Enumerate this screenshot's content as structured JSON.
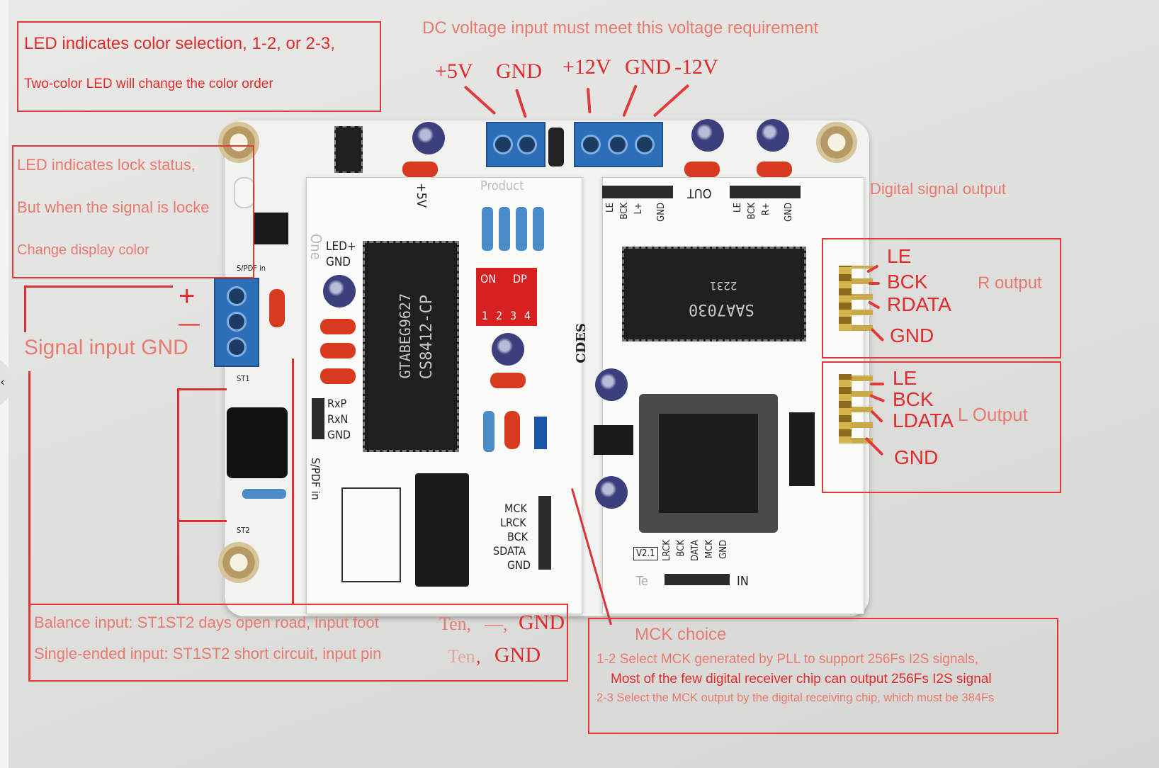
{
  "annotations": {
    "color_selection": [
      "LED indicates color selection, 1-2, or 2-3,",
      "Two-color LED will change the color order"
    ],
    "dc_requirement": "DC voltage input must meet this voltage requirement",
    "power_labels": [
      "+5V",
      "GND",
      "+12V",
      "GND",
      "-12V"
    ],
    "lock_status": [
      "LED indicates lock status,",
      "But when the signal is locke",
      "Change display color"
    ],
    "signal_input": {
      "plus": "+",
      "minus": "—",
      "label": "Signal input GND"
    },
    "digital_output": "Digital signal output",
    "r_output": {
      "pins": [
        "LE",
        "BCK",
        "RDATA",
        "GND"
      ],
      "label": "R output"
    },
    "l_output": {
      "pins": [
        "LE",
        "BCK",
        "LDATA",
        "GND"
      ],
      "label": "L Output"
    },
    "balance": [
      "Balance input: ST1ST2 days open road, input foot",
      "Single-ended input: ST1ST2 short circuit, input pin"
    ],
    "ten_gnd": {
      "line1_a": "Ten,",
      "line1_b": "—,",
      "line1_c": "GND",
      "line2_a": "Ten",
      "line2_b": ",",
      "line2_c": "GND"
    },
    "mck": {
      "title": "MCK choice",
      "line1": "1-2 Select MCK generated by PLL to support 256Fs I2S signals,",
      "line2": "Most of the few digital receiver chip can output 256Fs I2S signal",
      "line3": "2-3 Select the MCK output by the digital receiving chip, which must be 384Fs"
    }
  },
  "silkscreen": {
    "receiver_chip": [
      "CS8412-CP",
      "GTABEG9627"
    ],
    "dac_chip": [
      "SAA7030",
      "2231"
    ],
    "dip_switch": {
      "on": "ON",
      "dp": "DP",
      "nums": [
        "1",
        "2",
        "3",
        "4"
      ]
    },
    "left_pins": [
      "RxP",
      "RxN",
      "GND"
    ],
    "spdif": "S/PDF in",
    "led_gnd": [
      "LED+",
      "GND"
    ],
    "plus5v": "+5V",
    "i2s_pins": [
      "MCK",
      "LRCK",
      "BCK",
      "SDATA",
      "GND"
    ],
    "out": "OUT",
    "in": "IN",
    "j6_pins": [
      "LE",
      "BCK",
      "L+",
      "GND"
    ],
    "j5_pins": [
      "LE",
      "BCK",
      "R+",
      "GND"
    ],
    "in_pins": [
      "LRCK",
      "BCK",
      "DATA",
      "MCK",
      "GND"
    ],
    "brand": "CDES",
    "version": "V2.1",
    "spdif_in": "S/PDF in",
    "st1": "ST1",
    "st2": "ST2",
    "one": "One",
    "product": "Product",
    "te": "Te"
  }
}
